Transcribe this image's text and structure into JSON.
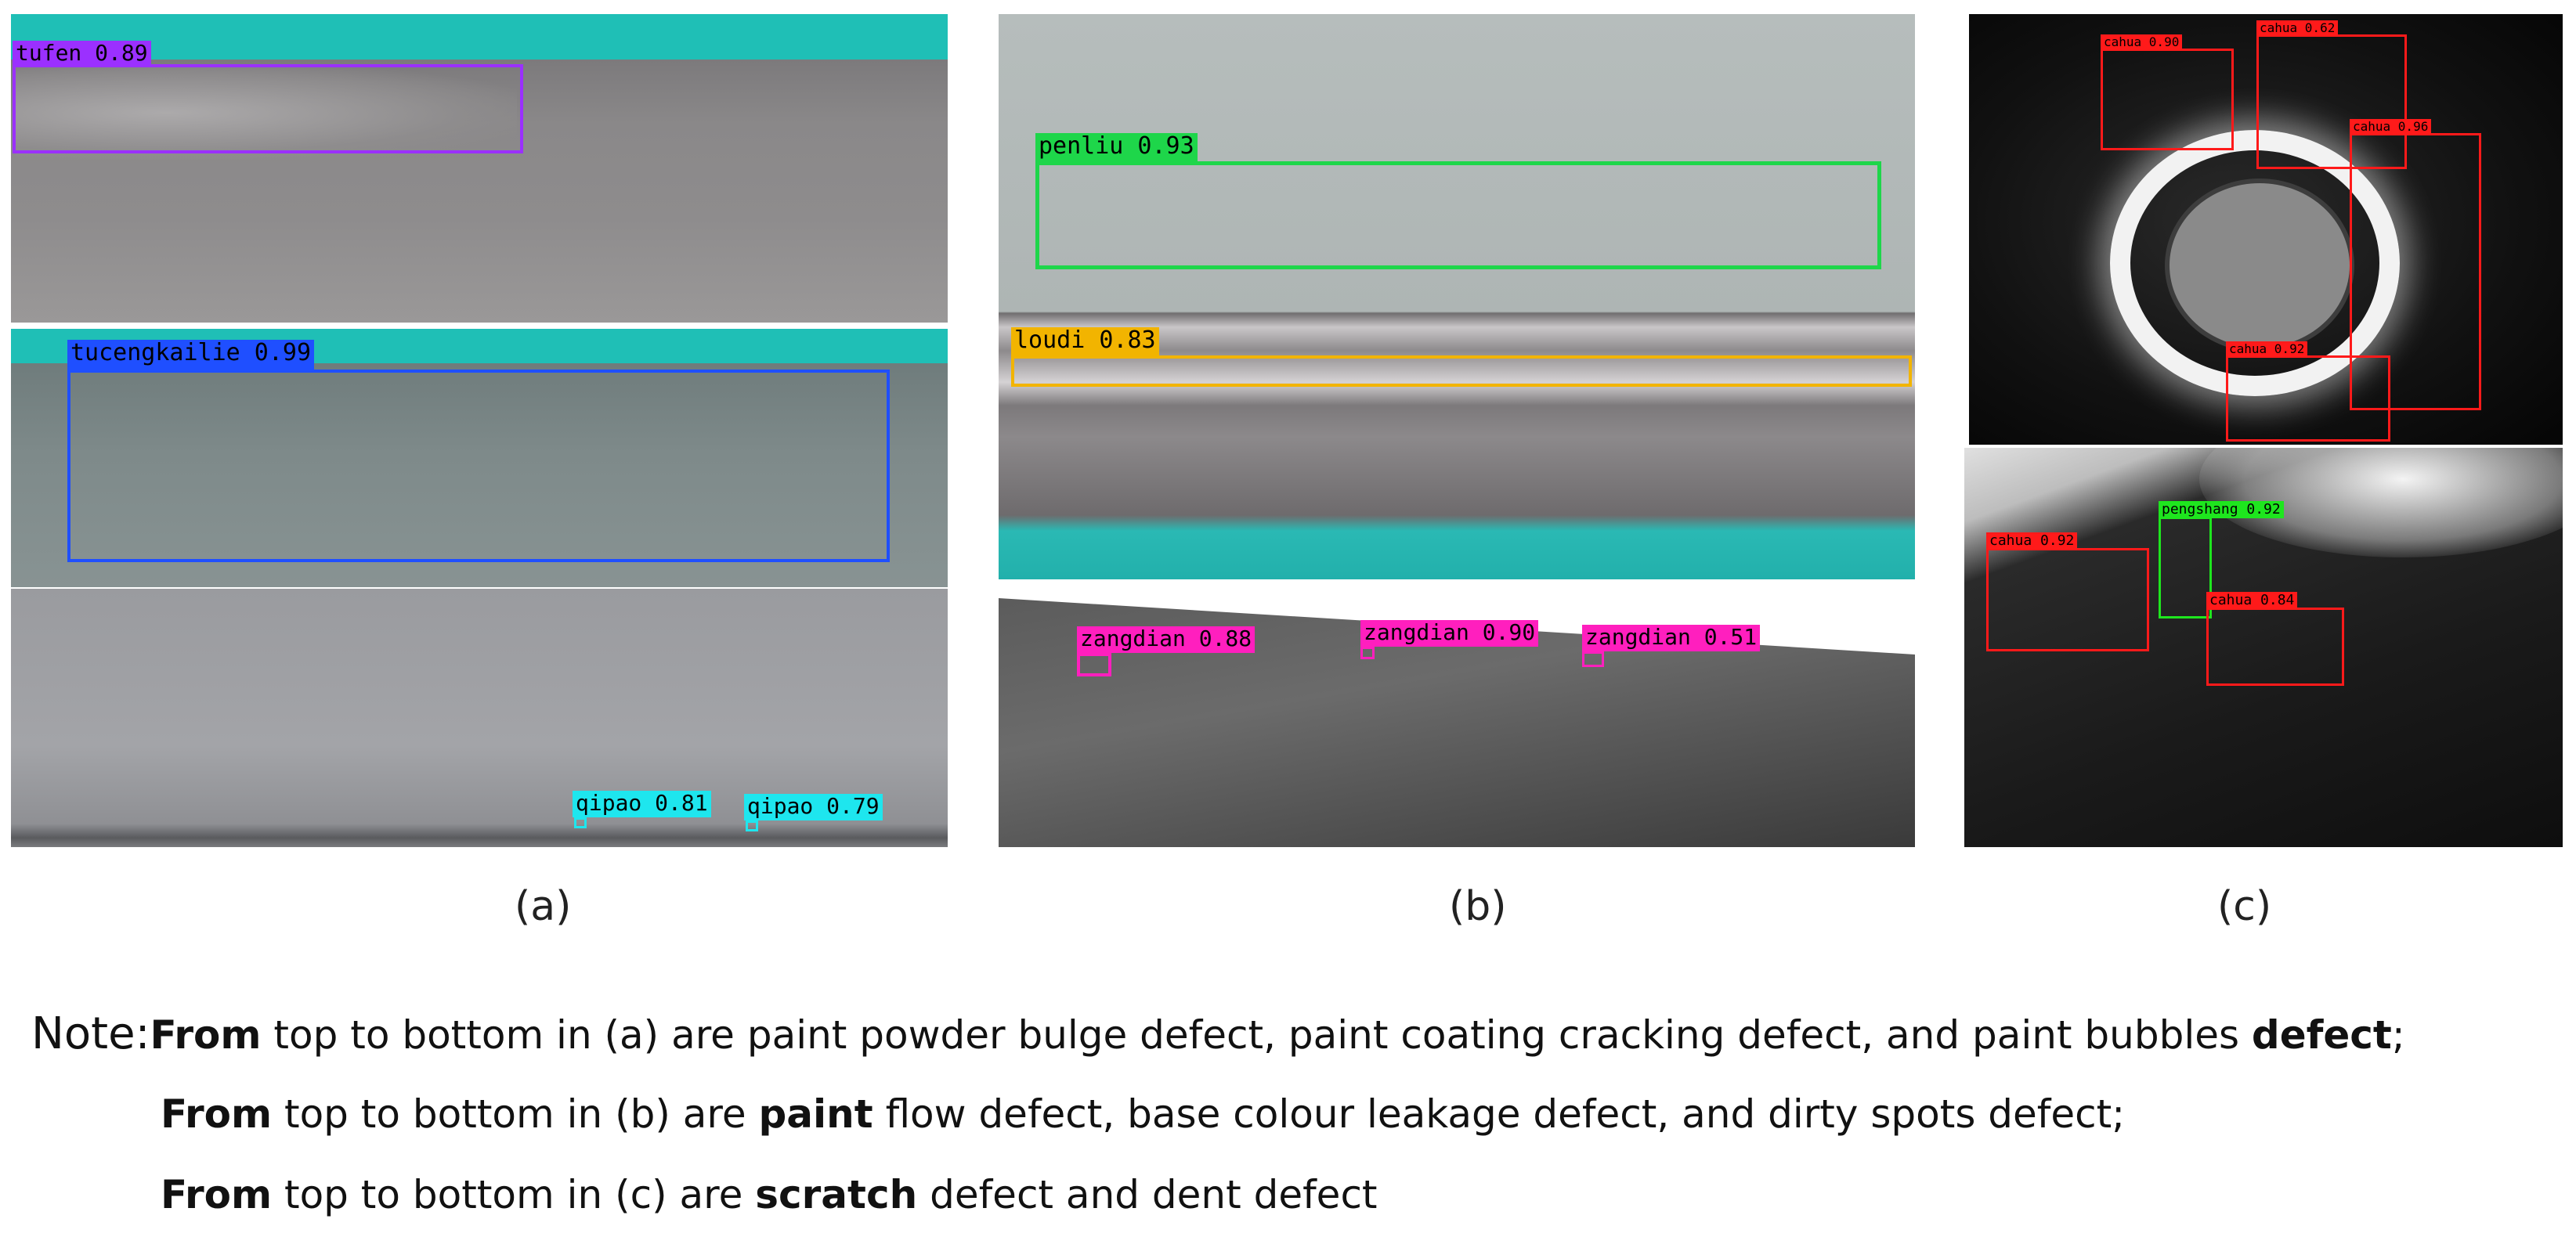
{
  "panels": {
    "a1": {
      "detections": [
        {
          "label": "tufen 0.89",
          "color": "#9b30ff"
        }
      ]
    },
    "a2": {
      "detections": [
        {
          "label": "tucengkailie 0.99",
          "color": "#1f4fff"
        }
      ]
    },
    "a3": {
      "detections": [
        {
          "label": "qipao 0.81",
          "color": "#1ee6ee"
        },
        {
          "label": "qipao 0.79",
          "color": "#1ee6ee"
        }
      ]
    },
    "b1": {
      "detections": [
        {
          "label": "penliu 0.93",
          "color": "#1ed64a"
        },
        {
          "label": "loudi 0.83",
          "color": "#f2b400"
        }
      ]
    },
    "b2": {
      "detections": [
        {
          "label": "zangdian 0.88",
          "color": "#ff1fbe"
        },
        {
          "label": "zangdian 0.90",
          "color": "#ff1fbe"
        },
        {
          "label": "zangdian 0.51",
          "color": "#ff1fbe"
        }
      ]
    },
    "c1": {
      "detections": [
        {
          "label": "cahua 0.90",
          "color": "#ff1a1a"
        },
        {
          "label": "cahua 0.62",
          "color": "#ff1a1a"
        },
        {
          "label": "cahua 0.96",
          "color": "#ff1a1a"
        },
        {
          "label": "cahua 0.92",
          "color": "#ff1a1a"
        }
      ]
    },
    "c2": {
      "detections": [
        {
          "label": "cahua 0.92",
          "color": "#ff1a1a"
        },
        {
          "label": "pengshang 0.92",
          "color": "#1ee61e"
        },
        {
          "label": "cahua 0.84",
          "color": "#ff1a1a"
        }
      ]
    }
  },
  "captions": {
    "a": "(a)",
    "b": "(b)",
    "c": "(c)"
  },
  "note": {
    "line1": {
      "prefix": "Note:",
      "bold_from": "From",
      "text": " top to bottom in (a) are paint powder bulge defect, paint coating cracking defect, and paint bubbles ",
      "bold_defect": "defect",
      "end": ";"
    },
    "line2": {
      "bold_from": "From",
      "text_a": " top to bottom in (b) are ",
      "bold_paint": "paint",
      "text_b": " flow defect, base colour leakage defect, and dirty spots defect;"
    },
    "line3": {
      "bold_from": "From",
      "text_a": " top to bottom in (c) are ",
      "bold_scratch": "scratch",
      "text_b": " defect and dent defect"
    }
  }
}
